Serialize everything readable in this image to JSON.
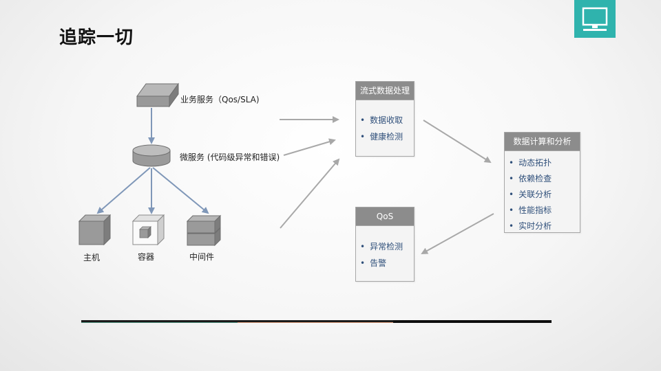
{
  "title": "追踪一切",
  "icons": {
    "corner": "monitor-icon"
  },
  "colors": {
    "accent": "#2fb3ad",
    "header": "#8c8c8c",
    "item_text": "#2f4f7a"
  },
  "left": {
    "service_label": "业务服务（Qos/SLA)",
    "micro_label": "微服务 (代码级异常和错误)",
    "hosts": [
      "主机",
      "容器",
      "中间件"
    ]
  },
  "stream": {
    "title": "流式数据处理",
    "items": [
      "数据收取",
      "健康检测"
    ]
  },
  "qos": {
    "title": "QoS",
    "items": [
      "异常检测",
      "告警"
    ]
  },
  "compute": {
    "title": "数据计算和分析",
    "items": [
      "动态拓扑",
      "依赖检查",
      "关联分析",
      "性能指标",
      "实时分析"
    ]
  }
}
